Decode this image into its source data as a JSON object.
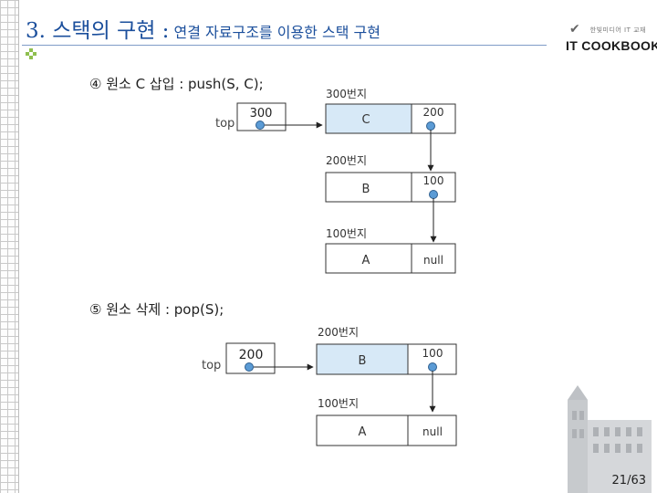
{
  "slide": {
    "title_main": "3. 스택의 구현 :",
    "title_sub": " 연결 자료구조를 이용한 스택 구현",
    "logo_tagline": "한빛미디어 IT 교재",
    "logo_text": "IT COOKBOOK",
    "page": "21/63"
  },
  "steps": [
    {
      "label": "④ 원소 C 삽입 : push(S, C);",
      "top_label": "top",
      "top_value": "300",
      "nodes": [
        {
          "address": "300번지",
          "data": "C",
          "link": "200"
        },
        {
          "address": "200번지",
          "data": "B",
          "link": "100"
        },
        {
          "address": "100번지",
          "data": "A",
          "link": "null"
        }
      ]
    },
    {
      "label": "⑤ 원소 삭제 : pop(S);",
      "top_label": "top",
      "top_value": "200",
      "nodes": [
        {
          "address": "200번지",
          "data": "B",
          "link": "100"
        },
        {
          "address": "100번지",
          "data": "A",
          "link": "null"
        }
      ]
    }
  ],
  "colors": {
    "title": "#1b4f9c",
    "highlight_cell": "#d7e9f7",
    "pointer_dot": "#5b9bd5"
  }
}
